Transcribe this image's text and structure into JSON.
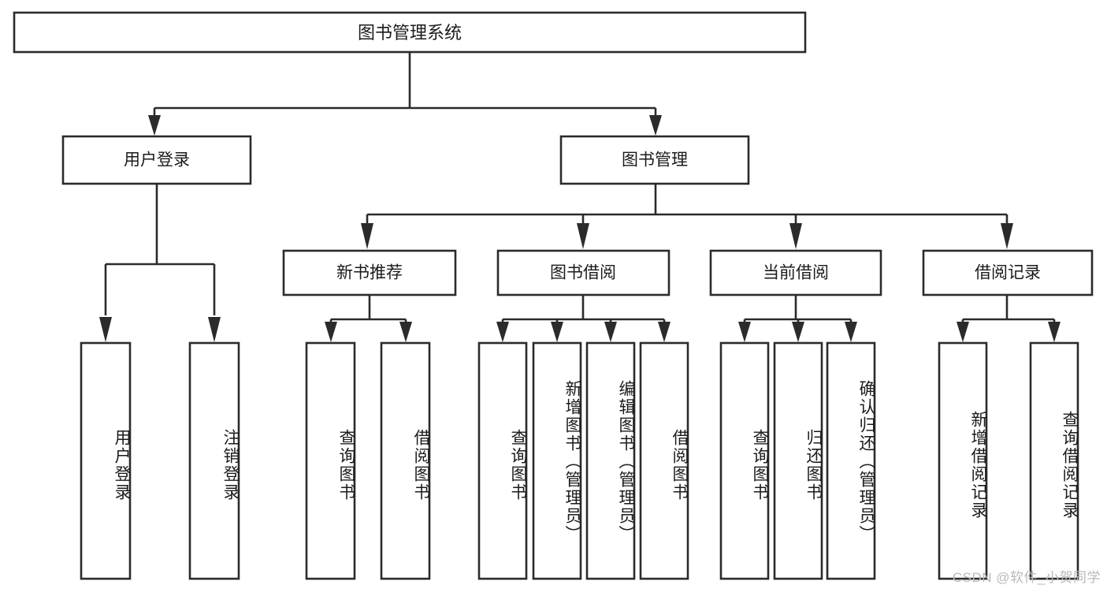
{
  "diagram": {
    "title": "图书管理系统",
    "type": "tree",
    "orientation": "top-down",
    "colors": {
      "stroke": "#2b2b2b",
      "fill": "#ffffff",
      "text": "#1b1b1b",
      "watermark": "#b9b9b9"
    },
    "root": {
      "label": "图书管理系统"
    },
    "level1": [
      {
        "label": "用户登录"
      },
      {
        "label": "图书管理"
      }
    ],
    "level2": [
      {
        "label": "新书推荐",
        "parent": "图书管理"
      },
      {
        "label": "图书借阅",
        "parent": "图书管理"
      },
      {
        "label": "当前借阅",
        "parent": "图书管理"
      },
      {
        "label": "借阅记录",
        "parent": "图书管理"
      }
    ],
    "leaves": [
      {
        "label": "用户登录",
        "parent": "用户登录"
      },
      {
        "label": "注销登录",
        "parent": "用户登录"
      },
      {
        "label": "查询图书",
        "parent": "新书推荐"
      },
      {
        "label": "借阅图书",
        "parent": "新书推荐"
      },
      {
        "label": "查询图书",
        "parent": "图书借阅"
      },
      {
        "label": "新增图书（管理员）",
        "parent": "图书借阅"
      },
      {
        "label": "编辑图书（管理员）",
        "parent": "图书借阅"
      },
      {
        "label": "借阅图书",
        "parent": "图书借阅"
      },
      {
        "label": "查询图书",
        "parent": "当前借阅"
      },
      {
        "label": "归还图书",
        "parent": "当前借阅"
      },
      {
        "label": "确认归还（管理员）",
        "parent": "当前借阅"
      },
      {
        "label": "新增借阅记录",
        "parent": "借阅记录"
      },
      {
        "label": "查询借阅记录",
        "parent": "借阅记录"
      }
    ]
  },
  "watermark": {
    "text": "CSDN @软件_小贺同学"
  }
}
